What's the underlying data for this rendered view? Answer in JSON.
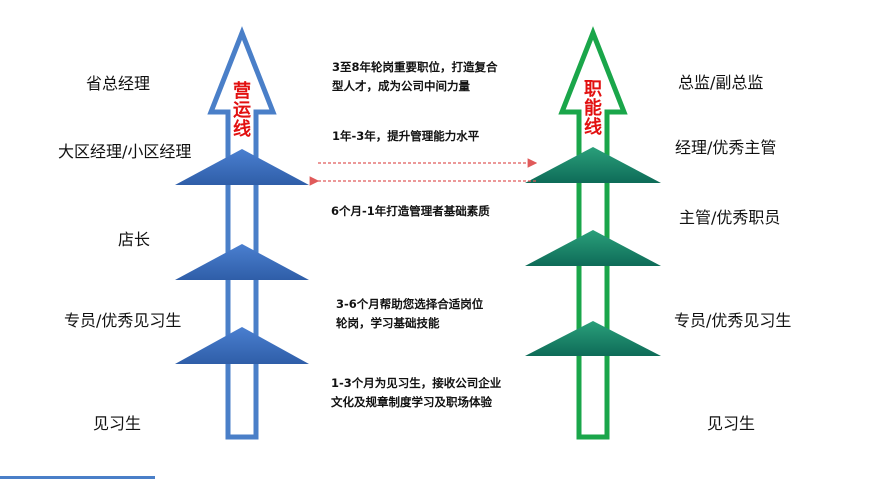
{
  "left_track": {
    "title_chars": [
      "营",
      "运",
      "线"
    ],
    "levels": [
      "省总经理",
      "大区经理/小区经理",
      "店长",
      "专员/优秀见习生",
      "见习生"
    ],
    "color": "#4a7fc8"
  },
  "right_track": {
    "title_chars": [
      "职",
      "能",
      "线"
    ],
    "levels": [
      "总监/副总监",
      "经理/优秀主管",
      "主管/优秀职员",
      "专员/优秀见习生",
      "见习生"
    ],
    "color": "#1aa64a"
  },
  "milestones": [
    {
      "lines": [
        "3至8年轮岗重要职位，打造复合",
        "型人才，成为公司中间力量"
      ]
    },
    {
      "lines": [
        "1年-3年，提升管理能力水平"
      ]
    },
    {
      "lines": [
        "6个月-1年打造管理者基础素质"
      ]
    },
    {
      "lines": [
        "3-6个月帮助您选择合适岗位",
        "轮岗，学习基础技能"
      ]
    },
    {
      "lines": [
        "1-3个月为见习生，接收公司企业",
        "文化及规章制度学习及职场体验"
      ]
    }
  ],
  "colors": {
    "title_red": "#e21010",
    "left_triangle": "#3f6fc0",
    "right_triangle_top": "#2aa07a",
    "right_triangle_bottom": "#0e6b58",
    "exchange_arrow": "#e05a5a"
  }
}
